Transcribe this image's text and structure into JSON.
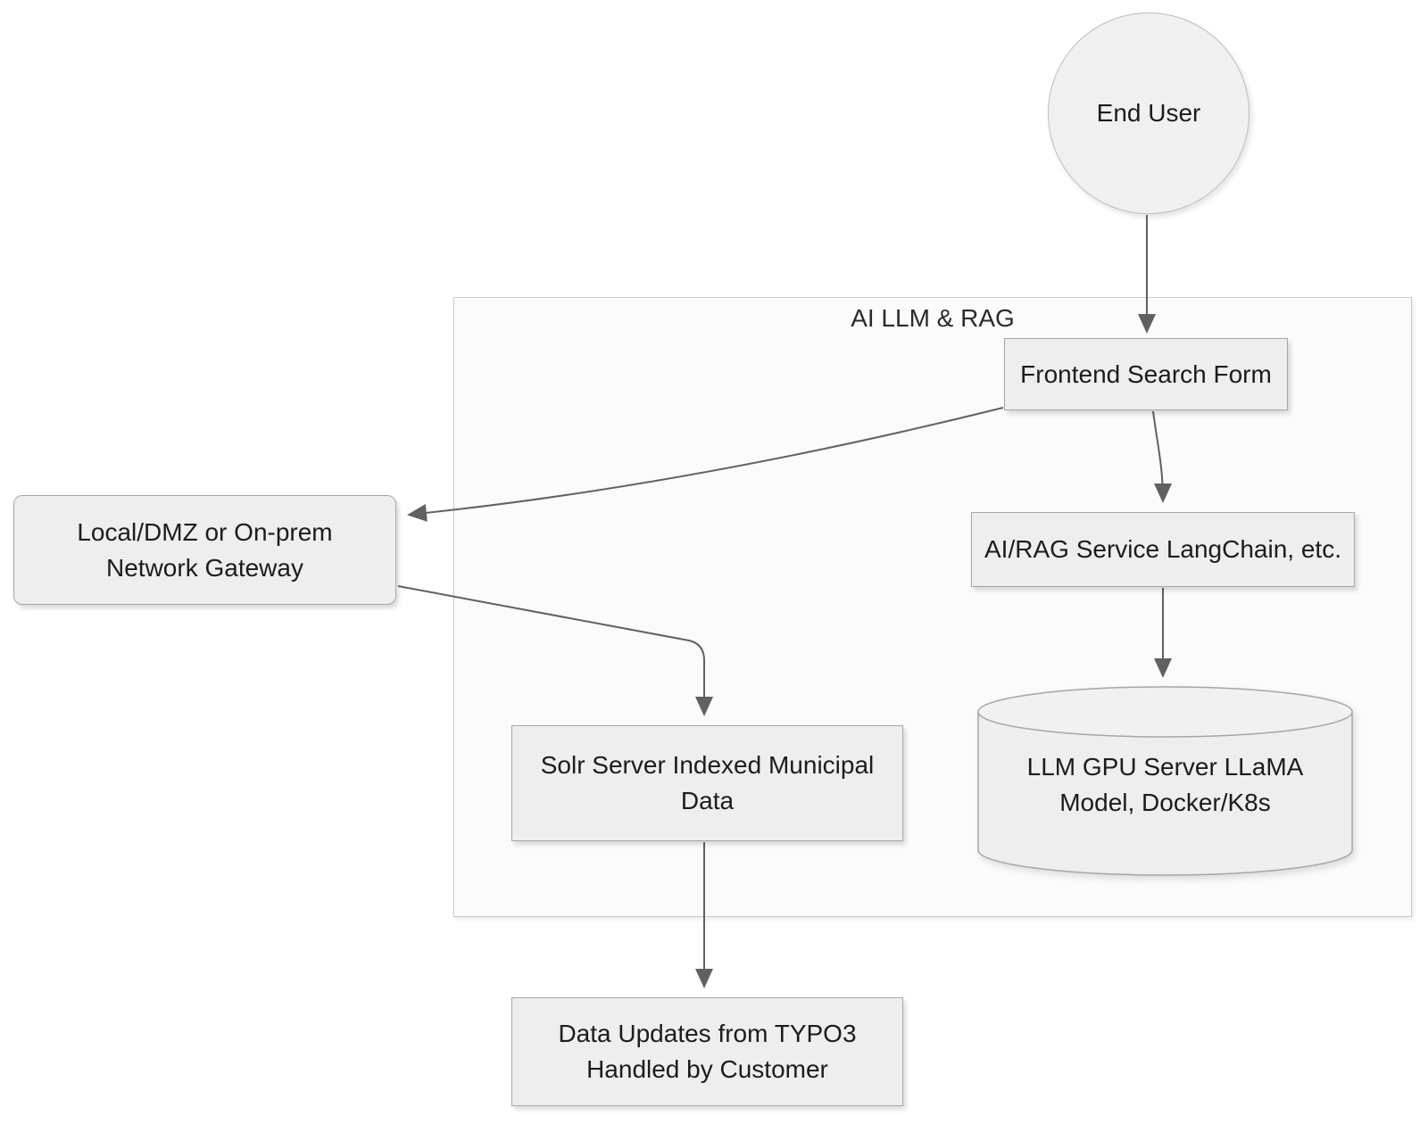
{
  "diagram": {
    "title": "AI LLM & RAG architecture flowchart",
    "colors": {
      "node_fill": "#eeeeee",
      "node_border": "#a6a6a6",
      "container_fill": "#fbfbfb",
      "container_border": "#c9c9c9",
      "edge_color": "#616161",
      "text_color": "#1c1c1c",
      "container_label_color": "#2b2b2b",
      "canvas_bg": "#ffffff"
    },
    "container": {
      "label": "AI LLM & RAG"
    },
    "nodes": {
      "end_user": {
        "label": "End User",
        "shape": "circle"
      },
      "frontend": {
        "label": "Frontend Search Form",
        "shape": "rect"
      },
      "gateway": {
        "label": "Local/DMZ or On-prem\nNetwork Gateway",
        "shape": "rounded-rect"
      },
      "ai_rag": {
        "label": "AI/RAG Service LangChain, etc.",
        "shape": "rect"
      },
      "solr": {
        "label": "Solr Server Indexed Municipal\nData",
        "shape": "rect"
      },
      "llm": {
        "label": "LLM GPU Server LLaMA\nModel, Docker/K8s",
        "shape": "cylinder"
      },
      "typo3": {
        "label": "Data Updates from TYPO3\nHandled by Customer",
        "shape": "rect"
      }
    },
    "edges": [
      {
        "from": "end_user",
        "to": "frontend"
      },
      {
        "from": "frontend",
        "to": "gateway"
      },
      {
        "from": "frontend",
        "to": "ai_rag"
      },
      {
        "from": "ai_rag",
        "to": "llm"
      },
      {
        "from": "gateway",
        "to": "solr"
      },
      {
        "from": "solr",
        "to": "typo3"
      }
    ]
  }
}
